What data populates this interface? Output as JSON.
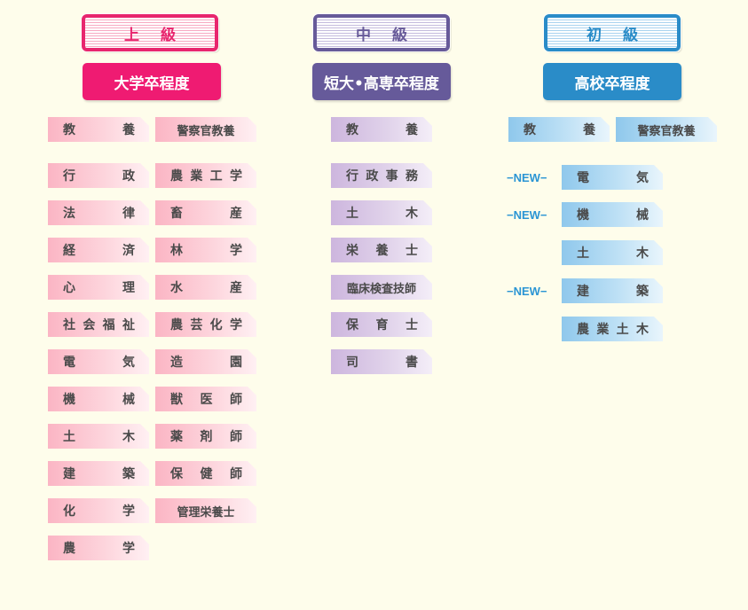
{
  "colors": {
    "upper": "#e8266e",
    "middle": "#675a99",
    "lower": "#2a8cc8"
  },
  "columns": {
    "upper": {
      "level": "上級",
      "education": "大学卒程度",
      "left": [
        "教養",
        "行政",
        "法律",
        "経済",
        "心理",
        "社会福祉",
        "電気",
        "機械",
        "土木",
        "建築",
        "化学",
        "農学"
      ],
      "right": [
        "警察官教養",
        "農業工学",
        "畜産",
        "林学",
        "水産",
        "農芸化学",
        "造園",
        "獣医師",
        "薬剤師",
        "保健師",
        "管理栄養士"
      ]
    },
    "middle": {
      "level": "中級",
      "education": "短大•高専卒程度",
      "items": [
        "教養",
        "行政事務",
        "土木",
        "栄養士",
        "臨床検査技師",
        "保育士",
        "司書"
      ]
    },
    "lower": {
      "level": "初級",
      "education": "高校卒程度",
      "top_left": "教養",
      "top_right": "警察官教養",
      "items": [
        {
          "label": "電気",
          "new": "−NEW−"
        },
        {
          "label": "機械",
          "new": "−NEW−"
        },
        {
          "label": "土木",
          "new": ""
        },
        {
          "label": "建築",
          "new": "−NEW−"
        },
        {
          "label": "農業土木",
          "new": ""
        }
      ]
    }
  }
}
